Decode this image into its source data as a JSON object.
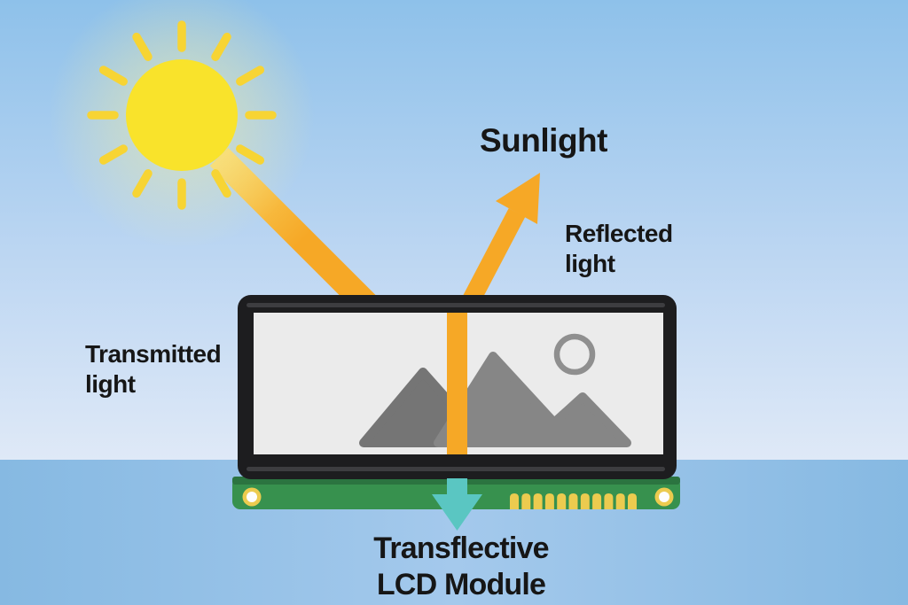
{
  "diagram": {
    "labels": {
      "sunlight": "Sunlight",
      "reflected": "Reflected\nlight",
      "transmitted": "Transmitted\nlight",
      "module_caption": "Transflective\nLCD Module"
    },
    "icons": {
      "sun": "sun-icon",
      "image_placeholder": "image-placeholder-icon",
      "reflected_arrow": "arrow-up-right-icon",
      "transmitted_arrow": "arrow-down-icon"
    },
    "sun": {
      "ray_count": 12
    },
    "pcb": {
      "pin_count": 11
    },
    "colors": {
      "sky_top": "#8ec1ea",
      "sky_mid": "#bcd6f2",
      "sky_horizon": "#dfe9f7",
      "ground": "#86b9e2",
      "ground_light": "#a4c9ec",
      "sun": "#f9e32b",
      "sun_ray": "#f7d434",
      "glow": "#f6edA0",
      "beam": "#f6a826",
      "beam_near_sun": "#f8d564",
      "teal": "#5ac6c2",
      "frame": "#1d1d1f",
      "frame_stripe": "#3d3d40",
      "screen": "#ebebeb",
      "mountain_dark": "#757575",
      "mountain_light": "#868686",
      "icon_circle": "#8f8f8f",
      "pcb": "#37914e",
      "pcb_stripe": "#2b7440",
      "gold": "#eccb4f",
      "hole_center": "#fdfdfd",
      "text": "#161616"
    }
  }
}
